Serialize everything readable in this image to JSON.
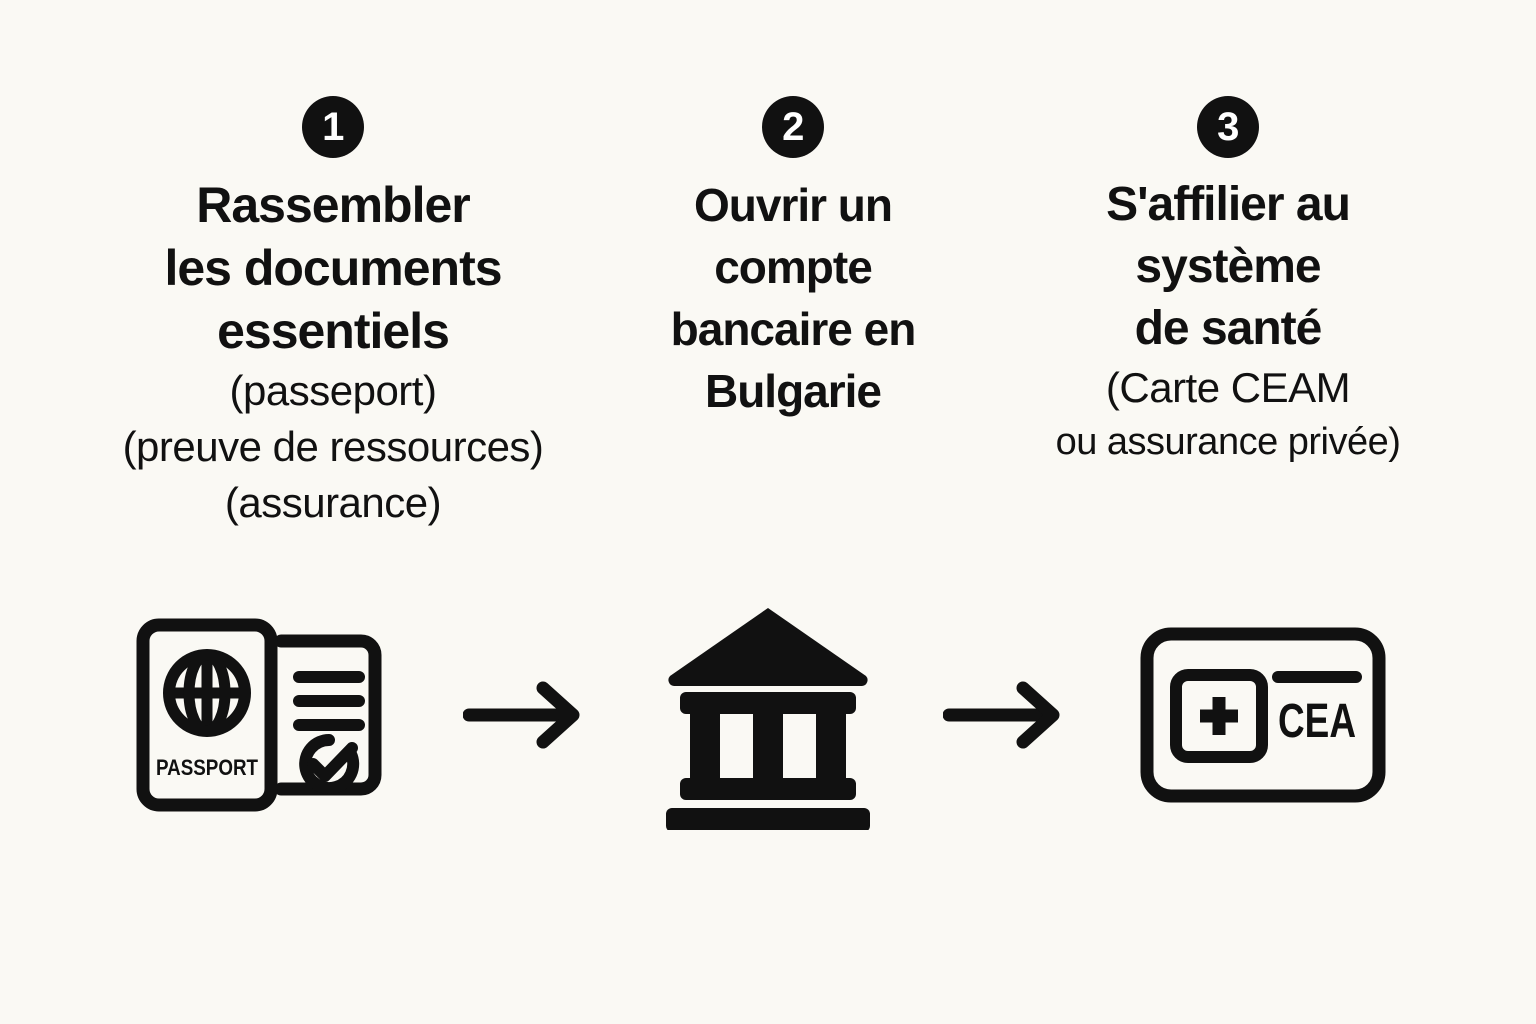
{
  "background_color": "#faf9f4",
  "ink_color": "#111111",
  "steps": [
    {
      "number": "1",
      "heading": "Rassembler\nles documents\nessentiels",
      "sub_lines": [
        "(passeport)",
        "(preuve de ressources)",
        "(assurance)"
      ],
      "icon": "passport-document-icon",
      "icon_label": "PASSPORT"
    },
    {
      "number": "2",
      "heading": "Ouvrir un\ncompte\nbancaire en\nBulgarie",
      "sub_lines": [],
      "icon": "bank-building-icon",
      "icon_label": ""
    },
    {
      "number": "3",
      "heading": "S'affilier au\nsystème\nde santé",
      "sub_lines": [
        "(Carte CEAM",
        "ou assurance privée)"
      ],
      "icon": "health-card-icon",
      "icon_label": "CEA"
    }
  ],
  "connectors": [
    {
      "name": "arrow-1",
      "glyph": "right-arrow"
    },
    {
      "name": "arrow-2",
      "glyph": "right-arrow"
    }
  ]
}
